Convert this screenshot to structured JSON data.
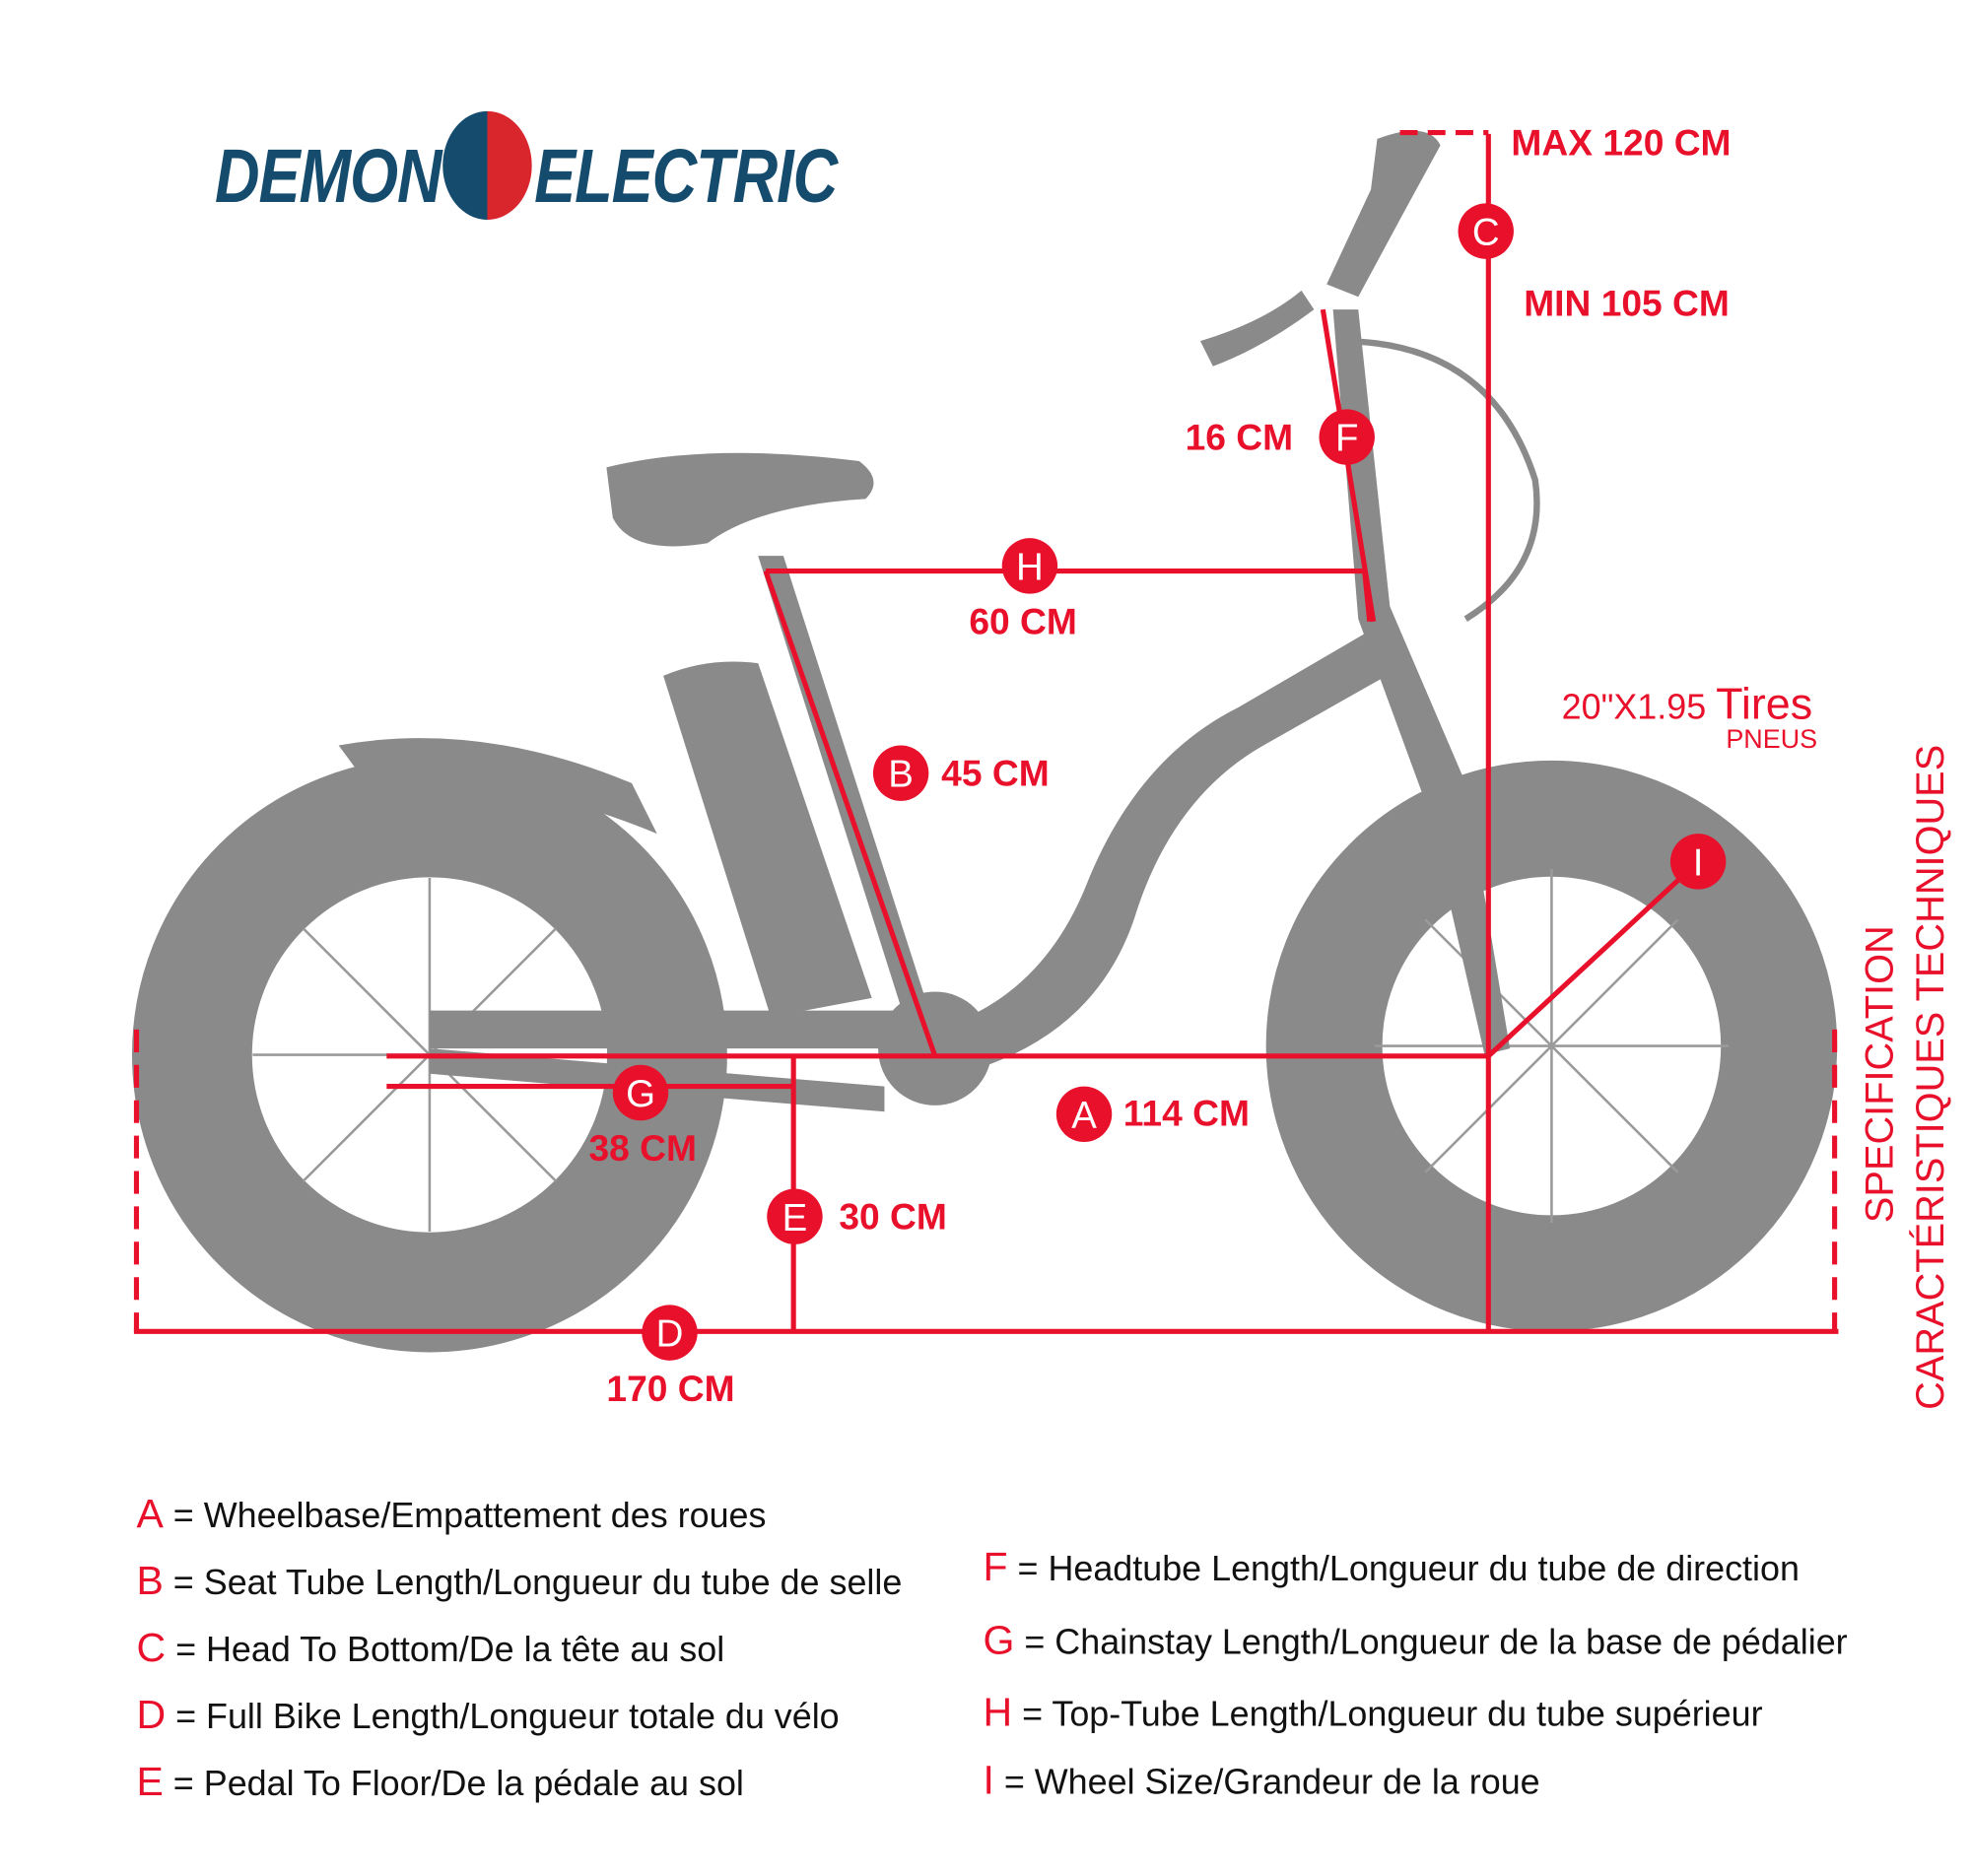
{
  "brand": {
    "name_left": "DEMON",
    "name_right": "ELECTRIC"
  },
  "colors": {
    "accent": "#e8102a",
    "bike": "#8a8a8a",
    "logo_blue": "#154c6e"
  },
  "measurements": {
    "A": {
      "letter": "A",
      "value": "114 CM"
    },
    "B": {
      "letter": "B",
      "value": "45 CM"
    },
    "C": {
      "letter": "C",
      "max": "MAX 120 CM",
      "min": "MIN 105 CM"
    },
    "D": {
      "letter": "D",
      "value": "170 CM"
    },
    "E": {
      "letter": "E",
      "value": "30 CM"
    },
    "F": {
      "letter": "F",
      "value": "16 CM"
    },
    "G": {
      "letter": "G",
      "value": "38 CM"
    },
    "H": {
      "letter": "H",
      "value": "60 CM"
    },
    "I": {
      "letter": "I"
    }
  },
  "tires": {
    "size": "20\"X1.95",
    "label": "Tires",
    "label_fr": "PNEUS"
  },
  "side_title": {
    "line1": "SPECIFICATION",
    "line2": "CARACTÉRISTIQUES TECHNIQUES"
  },
  "legend": [
    {
      "key": "A",
      "text": "= Wheelbase/Empattement des roues"
    },
    {
      "key": "B",
      "text": "= Seat Tube Length/Longueur du tube de selle"
    },
    {
      "key": "C",
      "text": "= Head To Bottom/De la tête au sol"
    },
    {
      "key": "D",
      "text": "= Full Bike Length/Longueur totale du vélo"
    },
    {
      "key": "E",
      "text": "=  Pedal To Floor/De la pédale au sol"
    },
    {
      "key": "F",
      "text": "= Headtube Length/Longueur du tube de direction"
    },
    {
      "key": "G",
      "text": "= Chainstay Length/Longueur de la base de pédalier"
    },
    {
      "key": "H",
      "text": "= Top-Tube Length/Longueur du tube supérieur"
    },
    {
      "key": "I",
      "text": "= Wheel Size/Grandeur de la roue"
    }
  ]
}
